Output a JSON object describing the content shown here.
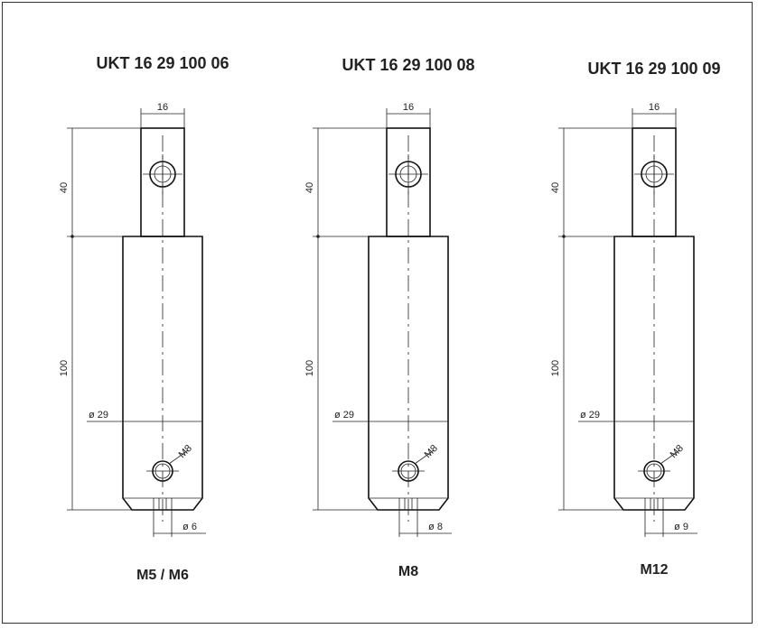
{
  "parts": [
    {
      "code": "UKT 16 29 100 06",
      "thread": "M5 / M6",
      "top_width": "16",
      "top_height": "40",
      "body_height": "100",
      "body_dia": "ø 29",
      "hole": "M8",
      "pin_dia": "ø 6"
    },
    {
      "code": "UKT 16 29 100 08",
      "thread": "M8",
      "top_width": "16",
      "top_height": "40",
      "body_height": "100",
      "body_dia": "ø 29",
      "hole": "M8",
      "pin_dia": "ø 8"
    },
    {
      "code": "UKT 16 29 100 09",
      "thread": "M12",
      "top_width": "16",
      "top_height": "40",
      "body_height": "100",
      "body_dia": "ø 29",
      "hole": "M8",
      "pin_dia": "ø 9"
    }
  ]
}
